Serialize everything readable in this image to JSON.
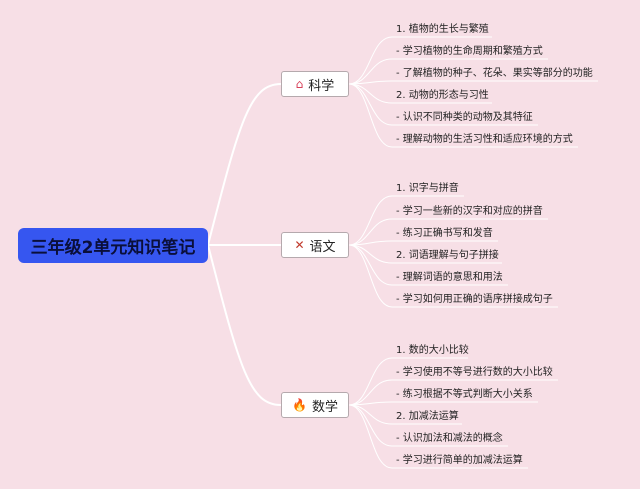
{
  "root": {
    "label": "三年级2单元知识笔记"
  },
  "branches": [
    {
      "label": "科学",
      "icon": "⌂",
      "icon_name": "house-icon",
      "icon_color": "#d8415a",
      "items": [
        "1. 植物的生长与繁殖",
        "- 学习植物的生命周期和繁殖方式",
        "- 了解植物的种子、花朵、果实等部分的功能",
        "2. 动物的形态与习性",
        "- 认识不同种类的动物及其特征",
        "- 理解动物的生活习性和适应环境的方式"
      ]
    },
    {
      "label": "语文",
      "icon": "✕",
      "icon_name": "tools-icon",
      "icon_color": "#c0392b",
      "items": [
        "1. 识字与拼音",
        "- 学习一些新的汉字和对应的拼音",
        "- 练习正确书写和发音",
        "2. 词语理解与句子拼接",
        "- 理解词语的意思和用法",
        "- 学习如何用正确的语序拼接成句子"
      ]
    },
    {
      "label": "数学",
      "icon": "🔥",
      "icon_name": "flame-icon",
      "icon_color": "#2f6fe0",
      "items": [
        "1. 数的大小比较",
        "- 学习使用不等号进行数的大小比较",
        "- 练习根据不等式判断大小关系",
        "2. 加减法运算",
        "- 认识加法和减法的概念",
        "- 学习进行简单的加减法运算"
      ]
    }
  ],
  "colors": {
    "background": "#f7dfe6",
    "root_fill": "#3656f0",
    "connector": "#ffffff",
    "branch_border": "#b5a9ad"
  }
}
